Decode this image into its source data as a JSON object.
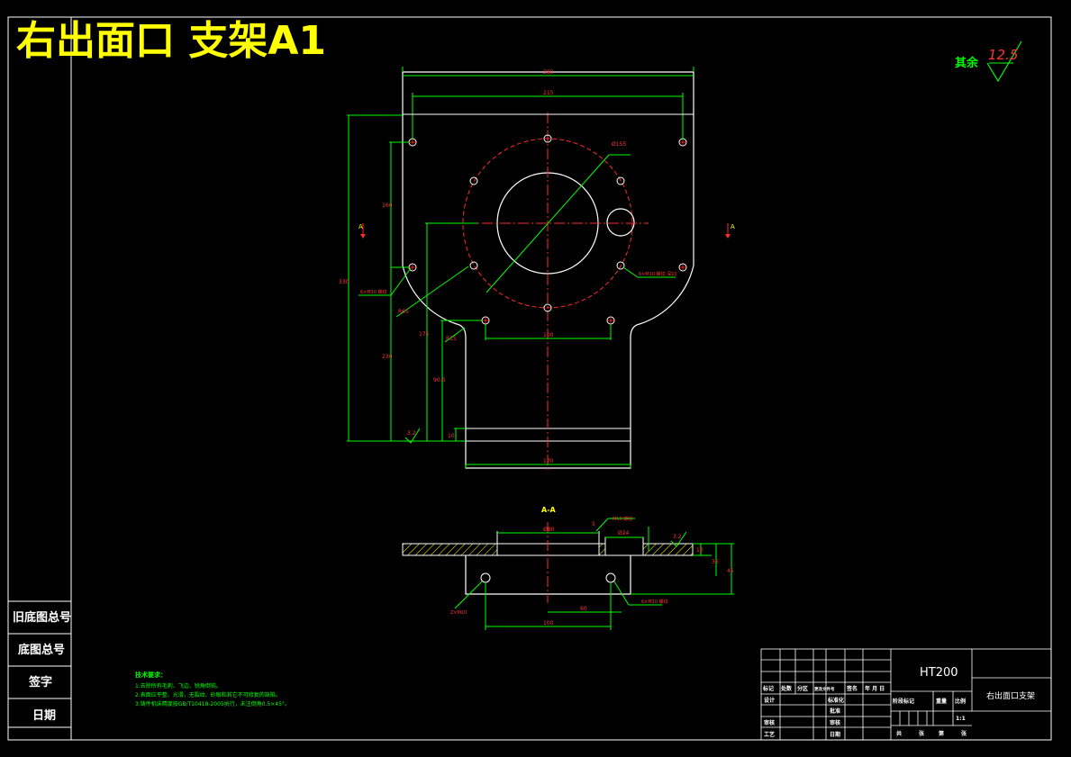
{
  "title": {
    "text": "右出面口 支架A1"
  },
  "roughness": {
    "label": "其余",
    "value": "12.5"
  },
  "left_strip": {
    "labels": [
      "旧底图总号",
      "底图总号",
      "签字",
      "日期"
    ]
  },
  "plan_view": {
    "dims": {
      "top_outer": "290",
      "top_inner": "215",
      "circle_dia": "Ø155",
      "bolt_pitch": "100",
      "bottom_width": "170",
      "left_total": "330",
      "left_a": "160",
      "left_b": "230",
      "left_c": "175",
      "left_d": "90.6",
      "left_e": "10",
      "roughness_small": "3.2",
      "radius_a": "R65",
      "radius_b": "R15"
    },
    "notes": {
      "holes_left": "6×M10 螺纹",
      "holes_right": "6×M10 螺纹 深10"
    },
    "section_mark": "A"
  },
  "section_view": {
    "title": "A-A",
    "dims": {
      "top_width": "Ø80",
      "bore": "Ø24",
      "thread": "M10 螺纹",
      "angle": "5",
      "height_a": "10",
      "height_b": "35",
      "height_c": "45",
      "bottom_pitch": "60",
      "bottom_width": "100",
      "roughness_small": "3.2",
      "side_note": "Z×M10",
      "hole_note": "6×M10 螺纹"
    }
  },
  "tech_notes": {
    "heading": "技术要求：",
    "lines": [
      "1.去除所有毛刺、飞边、锐角倒钝。",
      "2.表面应平整、光滑，无裂纹、砂眼和其它不可修复的缺陷。",
      "3.铸件机床精度按GB/T10418-2005执行，未注倒角0.5×45°。"
    ]
  },
  "title_block": {
    "material": "HT200",
    "part_name": "右出面口支架",
    "rev_header": [
      "标记",
      "处数",
      "分区",
      "更改文件号",
      "签名",
      "年 月 日"
    ],
    "roles": [
      "设计",
      "审核",
      "工艺"
    ],
    "roles_right": [
      "标准化",
      "批准",
      "审核",
      "日期"
    ],
    "stage_header": [
      "阶段标记",
      "重量",
      "比例"
    ],
    "scale": "1:1",
    "sheet_row": [
      "共",
      "张",
      "第",
      "张"
    ]
  }
}
